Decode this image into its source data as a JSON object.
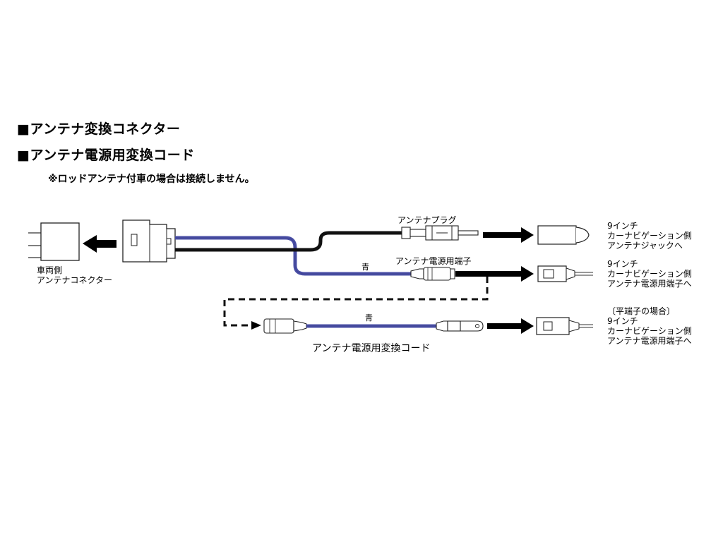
{
  "headings": {
    "h1": "■アンテナ変換コネクター",
    "h2": "■アンテナ電源用変換コード",
    "note": "※ロッドアンテナ付車の場合は接続しません。"
  },
  "labels": {
    "vehicle_connector": [
      "車両側",
      "アンテナコネクター"
    ],
    "antenna_plug": "アンテナプラグ",
    "power_terminal": "アンテナ電源用端子",
    "wire_color_upper": "青",
    "wire_color_lower": "青",
    "cord_caption": "アンテナ電源用変換コード",
    "to_antenna_jack": [
      "9インチ",
      "カーナビゲーション側",
      "アンテナジャックへ"
    ],
    "to_power_terminal": [
      "9インチ",
      "カーナビゲーション側",
      "アンテナ電源用端子へ"
    ],
    "to_flat_terminal": [
      "〔平端子の場合〕",
      "9インチ",
      "カーナビゲーション側",
      "アンテナ電源用端子へ"
    ]
  },
  "colors": {
    "blue_wire": "#4a4fa6",
    "black_wire": "#111111",
    "outline": "#222222"
  },
  "icons": [
    "arrow-left-icon",
    "arrow-right-icon"
  ]
}
